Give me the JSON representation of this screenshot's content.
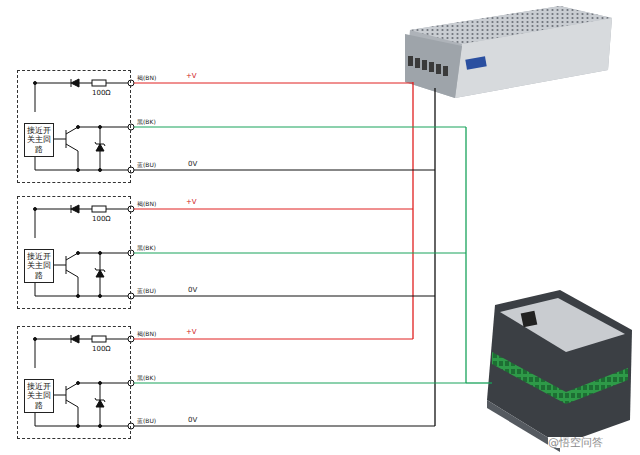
{
  "diagram": {
    "nodes": [
      {
        "text": [
          "100Ω"
        ]
      },
      {
        "text": [
          "接近开关主回路"
        ],
        "in": 0
      },
      {
        "text": [
          "100Ω"
        ]
      },
      {
        "text": [
          "接近开关主回路"
        ],
        "in": 2
      },
      {
        "text": [
          "100Ω"
        ]
      },
      {
        "text": [
          "接近开关主回路"
        ],
        "in": 4
      }
    ],
    "labels": [
      "褐(BN)",
      "+V",
      "黑(BK)",
      "蓝(BU)",
      "0V",
      "褐(BN)",
      "+V",
      "黑(BK)",
      "蓝(BU)",
      "0V",
      "褐(BN)",
      "+V",
      "黑(BK)",
      "蓝(BU)",
      "0V",
      "@悟空问答"
    ]
  }
}
